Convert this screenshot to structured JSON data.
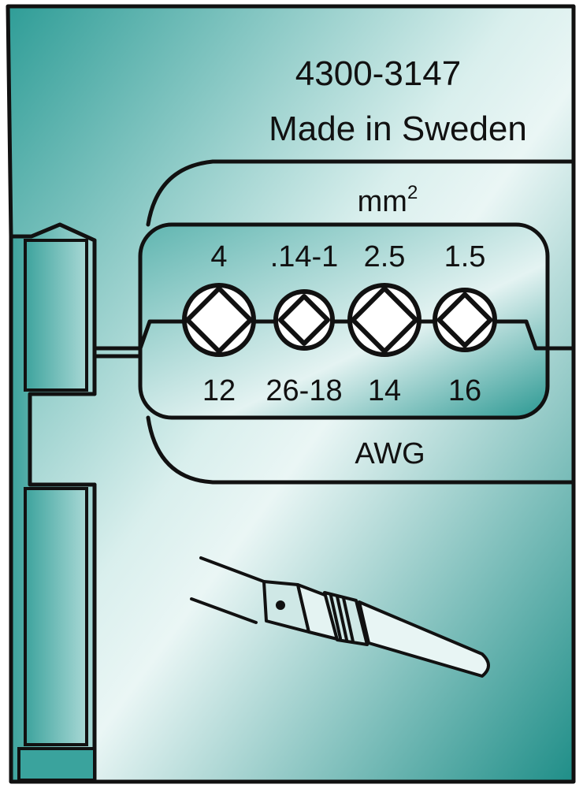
{
  "part_number": "4300-3147",
  "origin": "Made in Sweden",
  "metric_unit": "mm",
  "metric_unit_exponent": "2",
  "awg_unit": "AWG",
  "cavities": [
    {
      "mm2": "4",
      "awg": "12"
    },
    {
      "mm2": ".14-1",
      "awg": "26-18"
    },
    {
      "mm2": "2.5",
      "awg": "14"
    },
    {
      "mm2": "1.5",
      "awg": "16"
    }
  ],
  "colors": {
    "plate_teal": "#2e9c96",
    "plate_light": "#e6f4f3",
    "outline": "#111111",
    "cavity_fill": "#ffffff"
  }
}
